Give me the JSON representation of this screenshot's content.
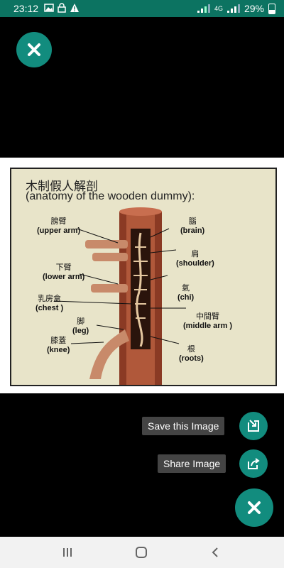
{
  "status": {
    "time": "23:12",
    "network": "4G",
    "battery": "29%"
  },
  "image": {
    "title": "木制假人解剖",
    "subtitle": "(anatomy of the wooden dummy):",
    "labels": {
      "upper_arm_cn": "膀臂",
      "upper_arm": "(upper arm)",
      "lower_arm_cn": "下臂",
      "lower_arm": "(lower arm)",
      "chest_cn": "乳房盒",
      "chest": "(chest )",
      "leg_cn": "脚",
      "leg": "(leg)",
      "knee_cn": "膝蓋",
      "knee": "(knee)",
      "brain_cn": "腦",
      "brain": "(brain)",
      "shoulder_cn": "肩",
      "shoulder": "(shoulder)",
      "chi_cn": "氣",
      "chi": "(chi)",
      "middle_arm_cn": "中間臂",
      "middle_arm": "(middle arm )",
      "roots_cn": "根",
      "roots": "(roots)"
    }
  },
  "actions": {
    "save_label": "Save this Image",
    "share_label": "Share Image"
  },
  "icons": {
    "close": "close-icon",
    "save": "save-icon",
    "share": "share-icon"
  },
  "colors": {
    "accent": "#128c7e",
    "status_bar": "#0c7361"
  }
}
